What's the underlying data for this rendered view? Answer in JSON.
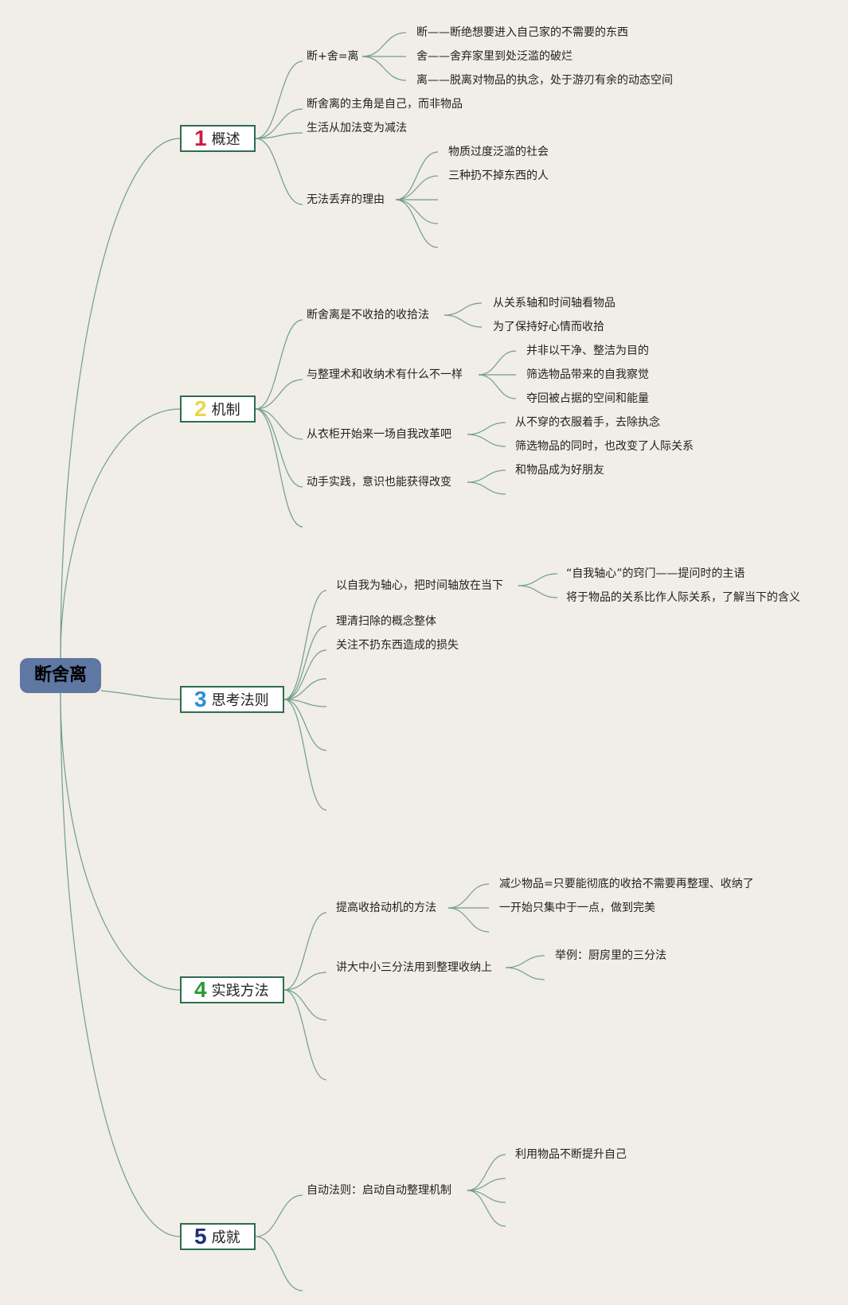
{
  "root": "断舍离",
  "colors": {
    "edge": "#6fa08a",
    "root_fill": "#5f77a3",
    "branch_border": "#2e6b55",
    "background": "#f1ede7"
  },
  "branches": [
    {
      "num": "1",
      "label": "概述",
      "num_color": "#cc1f3f",
      "children": [
        {
          "label": "断+舍=离",
          "children": [
            "断——断绝想要进入自己家的不需要的东西",
            "舍——舍弃家里到处泛滥的破烂",
            "离——脱离对物品的执念，处于游刃有余的动态空间"
          ]
        },
        {
          "label": "断舍离的主角是自己，而非物品"
        },
        {
          "label": "生活从加法变为减法"
        },
        {
          "label": "无法丢弃的理由",
          "children": [
            "物质过度泛滥的社会",
            "三种扔不掉东西的人"
          ]
        }
      ]
    },
    {
      "num": "2",
      "label": "机制",
      "num_color": "#e8d64a",
      "children": [
        {
          "label": "断舍离是不收拾的收拾法",
          "children": [
            "从关系轴和时间轴看物品",
            "为了保持好心情而收拾"
          ]
        },
        {
          "label": "与整理术和收纳术有什么不一样",
          "children": [
            "并非以干净、整洁为目的",
            "筛选物品带来的自我察觉",
            "夺回被占据的空间和能量"
          ]
        },
        {
          "label": "从衣柜开始来一场自我改革吧",
          "children": [
            "从不穿的衣服着手，去除执念",
            "筛选物品的同时，也改变了人际关系"
          ]
        },
        {
          "label": "动手实践，意识也能获得改变",
          "children": [
            "和物品成为好朋友"
          ]
        }
      ]
    },
    {
      "num": "3",
      "label": "思考法则",
      "num_color": "#2a8fd6",
      "children": [
        {
          "label": "以自我为轴心，把时间轴放在当下",
          "children": [
            "“自我轴心”的窍门——提问时的主语",
            "将于物品的关系比作人际关系，了解当下的含义"
          ]
        },
        {
          "label": "理清扫除的概念整体"
        },
        {
          "label": "关注不扔东西造成的损失"
        }
      ]
    },
    {
      "num": "4",
      "label": "实践方法",
      "num_color": "#2f9a3a",
      "children": [
        {
          "label": "提高收拾动机的方法",
          "children": [
            "减少物品=只要能彻底的收拾不需要再整理、收纳了",
            "一开始只集中于一点，做到完美"
          ]
        },
        {
          "label": "讲大中小三分法用到整理收纳上",
          "children": [
            "举例：厨房里的三分法"
          ]
        }
      ]
    },
    {
      "num": "5",
      "label": "成就",
      "num_color": "#1e2f7a",
      "children": [
        {
          "label": "自动法则：启动自动整理机制",
          "children": [
            "利用物品不断提升自己"
          ]
        }
      ]
    }
  ]
}
